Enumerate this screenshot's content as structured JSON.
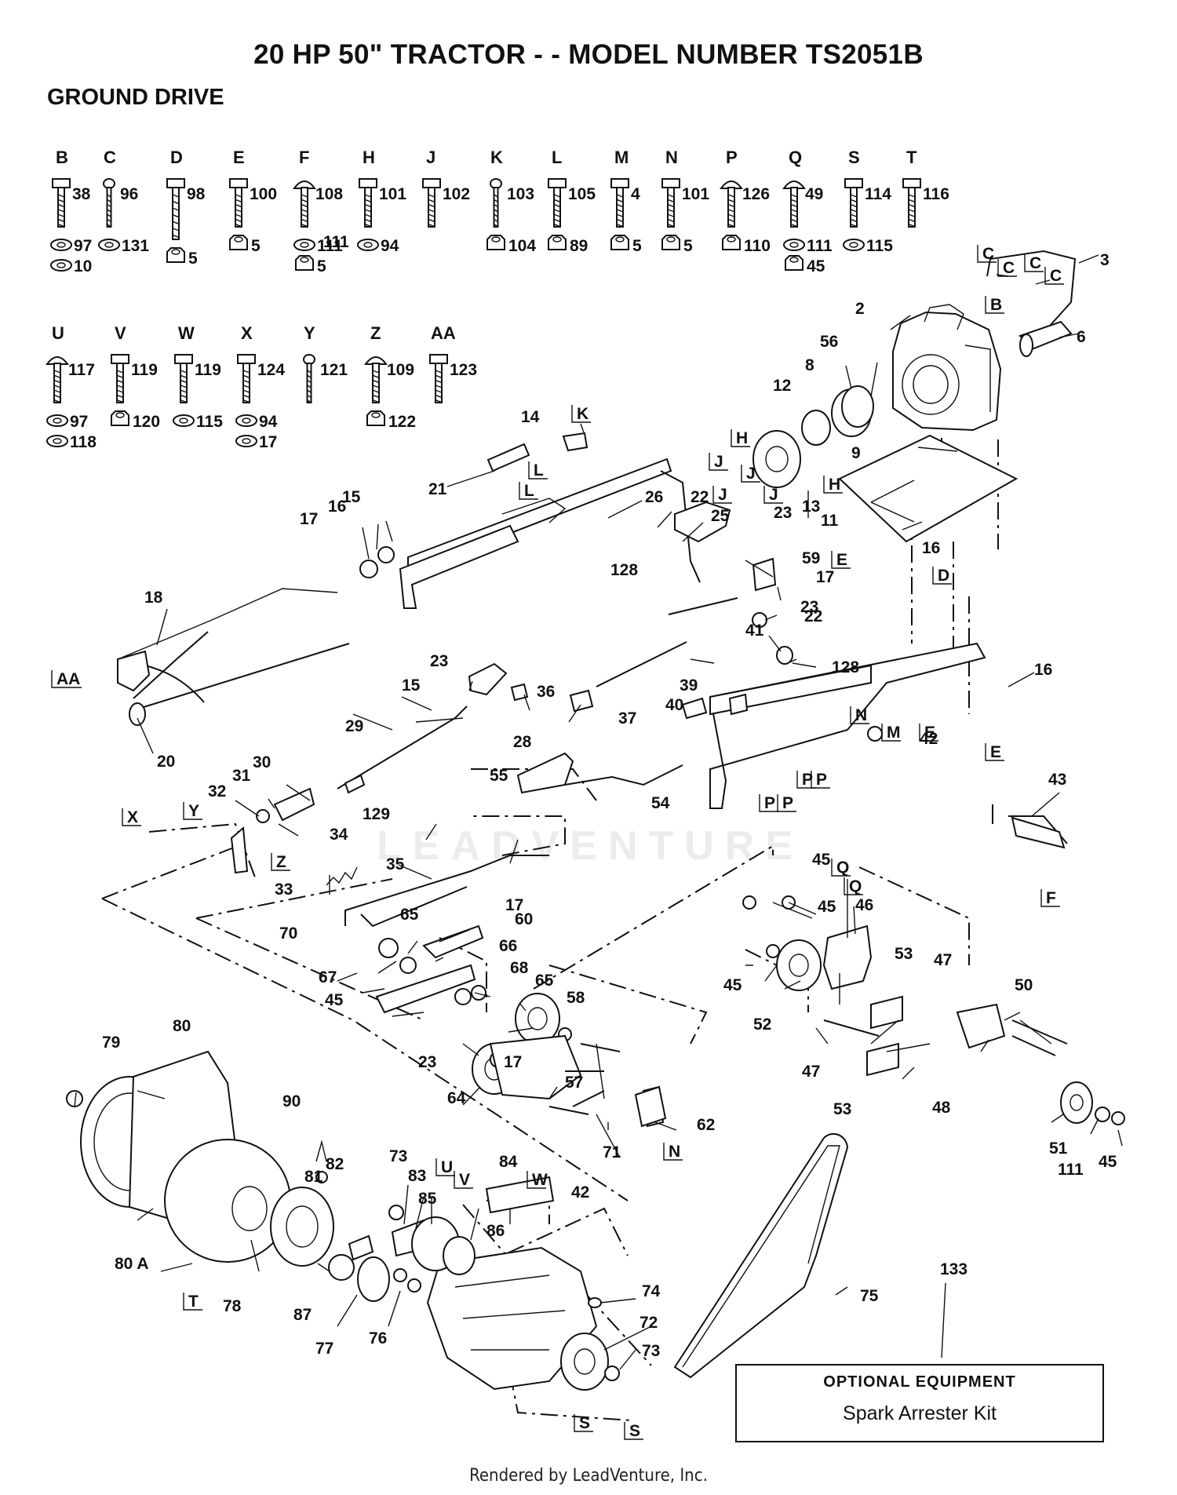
{
  "title": "20 HP 50\" TRACTOR - - MODEL NUMBER TS2051B",
  "section": "GROUND DRIVE",
  "hardware_columns": [
    {
      "letter": "B",
      "labels": [
        "38",
        "97",
        "10"
      ]
    },
    {
      "letter": "C",
      "labels": [
        "96",
        "131"
      ]
    },
    {
      "letter": "D",
      "labels": [
        "98",
        "5"
      ]
    },
    {
      "letter": "E",
      "labels": [
        "100",
        "5"
      ]
    },
    {
      "letter": "F",
      "labels": [
        "108",
        "111",
        "5"
      ]
    },
    {
      "letter": "H",
      "labels": [
        "101",
        "94"
      ]
    },
    {
      "letter": "J",
      "labels": [
        "102"
      ]
    },
    {
      "letter": "K",
      "labels": [
        "103",
        "104"
      ]
    },
    {
      "letter": "L",
      "labels": [
        "105",
        "89"
      ]
    },
    {
      "letter": "M",
      "labels": [
        "4",
        "5"
      ]
    },
    {
      "letter": "N",
      "labels": [
        "101",
        "5"
      ]
    },
    {
      "letter": "P",
      "labels": [
        "126",
        "110"
      ]
    },
    {
      "letter": "Q",
      "labels": [
        "49",
        "111",
        "45"
      ]
    },
    {
      "letter": "S",
      "labels": [
        "114",
        "115"
      ]
    },
    {
      "letter": "T",
      "labels": [
        "116"
      ]
    },
    {
      "letter": "U",
      "labels": [
        "117",
        "97",
        "118"
      ]
    },
    {
      "letter": "V",
      "labels": [
        "119",
        "120"
      ]
    },
    {
      "letter": "W",
      "labels": [
        "119",
        "115"
      ]
    },
    {
      "letter": "X",
      "labels": [
        "124",
        "94",
        "17"
      ]
    },
    {
      "letter": "Y",
      "labels": [
        "121"
      ]
    },
    {
      "letter": "Z",
      "labels": [
        "109",
        "122"
      ]
    },
    {
      "letter": "AA",
      "labels": [
        "123"
      ]
    }
  ],
  "callouts": [
    {
      "id": "2",
      "text": "2"
    },
    {
      "id": "3",
      "text": "3"
    },
    {
      "id": "6",
      "text": "6"
    },
    {
      "id": "8",
      "text": "8"
    },
    {
      "id": "9",
      "text": "9"
    },
    {
      "id": "11",
      "text": "11"
    },
    {
      "id": "12",
      "text": "12"
    },
    {
      "id": "13",
      "text": "13"
    },
    {
      "id": "14",
      "text": "14"
    },
    {
      "id": "15a",
      "text": "15"
    },
    {
      "id": "15b",
      "text": "15"
    },
    {
      "id": "16a",
      "text": "16"
    },
    {
      "id": "16b",
      "text": "16"
    },
    {
      "id": "16c",
      "text": "16"
    },
    {
      "id": "17a",
      "text": "17"
    },
    {
      "id": "17b",
      "text": "17"
    },
    {
      "id": "17c",
      "text": "17"
    },
    {
      "id": "17d",
      "text": "17"
    },
    {
      "id": "18",
      "text": "18"
    },
    {
      "id": "20",
      "text": "20"
    },
    {
      "id": "21",
      "text": "21"
    },
    {
      "id": "22a",
      "text": "22"
    },
    {
      "id": "22b",
      "text": "22"
    },
    {
      "id": "23a",
      "text": "23"
    },
    {
      "id": "23b",
      "text": "23"
    },
    {
      "id": "23c",
      "text": "23"
    },
    {
      "id": "23d",
      "text": "23"
    },
    {
      "id": "25",
      "text": "25"
    },
    {
      "id": "26",
      "text": "26"
    },
    {
      "id": "28",
      "text": "28"
    },
    {
      "id": "29",
      "text": "29"
    },
    {
      "id": "30",
      "text": "30"
    },
    {
      "id": "31",
      "text": "31"
    },
    {
      "id": "32",
      "text": "32"
    },
    {
      "id": "33",
      "text": "33"
    },
    {
      "id": "34",
      "text": "34"
    },
    {
      "id": "35",
      "text": "35"
    },
    {
      "id": "36",
      "text": "36"
    },
    {
      "id": "37",
      "text": "37"
    },
    {
      "id": "39",
      "text": "39"
    },
    {
      "id": "40",
      "text": "40"
    },
    {
      "id": "41",
      "text": "41"
    },
    {
      "id": "42a",
      "text": "42"
    },
    {
      "id": "42b",
      "text": "42"
    },
    {
      "id": "43",
      "text": "43"
    },
    {
      "id": "45a",
      "text": "45"
    },
    {
      "id": "45b",
      "text": "45"
    },
    {
      "id": "45c",
      "text": "45"
    },
    {
      "id": "45d",
      "text": "45"
    },
    {
      "id": "45e",
      "text": "45"
    },
    {
      "id": "46",
      "text": "46"
    },
    {
      "id": "47a",
      "text": "47"
    },
    {
      "id": "47b",
      "text": "47"
    },
    {
      "id": "48",
      "text": "48"
    },
    {
      "id": "50",
      "text": "50"
    },
    {
      "id": "51",
      "text": "51"
    },
    {
      "id": "52",
      "text": "52"
    },
    {
      "id": "53a",
      "text": "53"
    },
    {
      "id": "53b",
      "text": "53"
    },
    {
      "id": "54",
      "text": "54"
    },
    {
      "id": "55",
      "text": "55"
    },
    {
      "id": "56",
      "text": "56"
    },
    {
      "id": "57",
      "text": "57"
    },
    {
      "id": "58",
      "text": "58"
    },
    {
      "id": "59",
      "text": "59"
    },
    {
      "id": "60",
      "text": "60"
    },
    {
      "id": "62",
      "text": "62"
    },
    {
      "id": "64",
      "text": "64"
    },
    {
      "id": "65a",
      "text": "65"
    },
    {
      "id": "65b",
      "text": "65"
    },
    {
      "id": "66",
      "text": "66"
    },
    {
      "id": "67",
      "text": "67"
    },
    {
      "id": "68",
      "text": "68"
    },
    {
      "id": "70",
      "text": "70"
    },
    {
      "id": "71",
      "text": "71"
    },
    {
      "id": "72",
      "text": "72"
    },
    {
      "id": "73a",
      "text": "73"
    },
    {
      "id": "73b",
      "text": "73"
    },
    {
      "id": "74",
      "text": "74"
    },
    {
      "id": "75",
      "text": "75"
    },
    {
      "id": "76",
      "text": "76"
    },
    {
      "id": "77",
      "text": "77"
    },
    {
      "id": "78",
      "text": "78"
    },
    {
      "id": "79",
      "text": "79"
    },
    {
      "id": "80",
      "text": "80"
    },
    {
      "id": "80A",
      "text": "80 A"
    },
    {
      "id": "81",
      "text": "81"
    },
    {
      "id": "82",
      "text": "82"
    },
    {
      "id": "83",
      "text": "83"
    },
    {
      "id": "84",
      "text": "84"
    },
    {
      "id": "85",
      "text": "85"
    },
    {
      "id": "86",
      "text": "86"
    },
    {
      "id": "87",
      "text": "87"
    },
    {
      "id": "90",
      "text": "90"
    },
    {
      "id": "111a",
      "text": "111"
    },
    {
      "id": "111b",
      "text": "111"
    },
    {
      "id": "128a",
      "text": "128"
    },
    {
      "id": "128b",
      "text": "128"
    },
    {
      "id": "129",
      "text": "129"
    },
    {
      "id": "133",
      "text": "133"
    }
  ],
  "letter_tags": [
    {
      "id": "C1",
      "text": "C"
    },
    {
      "id": "C2",
      "text": "C"
    },
    {
      "id": "C3",
      "text": "C"
    },
    {
      "id": "C4",
      "text": "C"
    },
    {
      "id": "B1",
      "text": "B"
    },
    {
      "id": "H1",
      "text": "H"
    },
    {
      "id": "H2",
      "text": "H"
    },
    {
      "id": "J1",
      "text": "J"
    },
    {
      "id": "J2",
      "text": "J"
    },
    {
      "id": "J3",
      "text": "J"
    },
    {
      "id": "J4",
      "text": "J"
    },
    {
      "id": "K1",
      "text": "K"
    },
    {
      "id": "L1",
      "text": "L"
    },
    {
      "id": "L2",
      "text": "L"
    },
    {
      "id": "E1",
      "text": "E"
    },
    {
      "id": "E2",
      "text": "E"
    },
    {
      "id": "E3",
      "text": "E"
    },
    {
      "id": "D1",
      "text": "D"
    },
    {
      "id": "M1",
      "text": "M"
    },
    {
      "id": "N1",
      "text": "N"
    },
    {
      "id": "N2",
      "text": "N"
    },
    {
      "id": "P1",
      "text": "P"
    },
    {
      "id": "P2",
      "text": "P"
    },
    {
      "id": "P3",
      "text": "P"
    },
    {
      "id": "P4",
      "text": "P"
    },
    {
      "id": "F1",
      "text": "F"
    },
    {
      "id": "AA1",
      "text": "AA"
    },
    {
      "id": "X1",
      "text": "X"
    },
    {
      "id": "Y1",
      "text": "Y"
    },
    {
      "id": "Z1",
      "text": "Z"
    },
    {
      "id": "Q1",
      "text": "Q"
    },
    {
      "id": "Q2",
      "text": "Q"
    },
    {
      "id": "U1",
      "text": "U"
    },
    {
      "id": "V1",
      "text": "V"
    },
    {
      "id": "W1",
      "text": "W"
    },
    {
      "id": "T1",
      "text": "T"
    },
    {
      "id": "S1",
      "text": "S"
    },
    {
      "id": "S2",
      "text": "S"
    }
  ],
  "watermark": "LEADVENTURE",
  "optional_equipment": {
    "title": "OPTIONAL EQUIPMENT",
    "item": "Spark Arrester Kit"
  },
  "footer": "Rendered by LeadVenture, Inc."
}
